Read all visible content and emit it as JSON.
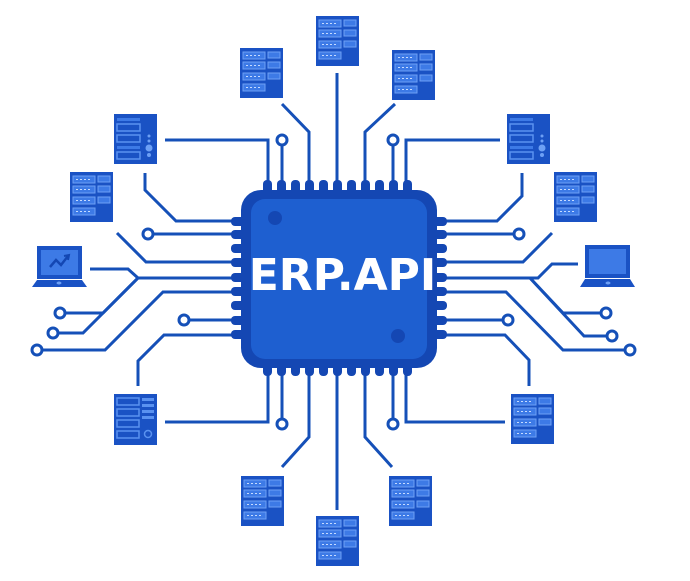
{
  "diagram": {
    "type": "circuit-hub",
    "chip": {
      "label": "ERP.API",
      "color": "#1a52c4",
      "border_color": "#1447b3"
    },
    "colors": {
      "trace": "#1550b8",
      "device_fill": "#1a52c4",
      "device_inner": "#3d7ae6",
      "background": "#ffffff"
    },
    "nodes": [
      {
        "id": "server-top",
        "kind": "server-rack"
      },
      {
        "id": "server-top-left",
        "kind": "server-rack"
      },
      {
        "id": "server-top-right",
        "kind": "server-rack"
      },
      {
        "id": "tower-upper-left",
        "kind": "server-tower"
      },
      {
        "id": "tower-upper-right",
        "kind": "server-tower"
      },
      {
        "id": "server-left",
        "kind": "server-rack"
      },
      {
        "id": "server-right",
        "kind": "server-rack"
      },
      {
        "id": "laptop-left",
        "kind": "laptop-chart"
      },
      {
        "id": "laptop-right",
        "kind": "laptop"
      },
      {
        "id": "tower-lower-left",
        "kind": "server-tower"
      },
      {
        "id": "server-lower-right",
        "kind": "server-rack"
      },
      {
        "id": "server-bottom-left",
        "kind": "server-rack"
      },
      {
        "id": "server-bottom",
        "kind": "server-rack"
      },
      {
        "id": "server-bottom-right",
        "kind": "server-rack"
      }
    ]
  }
}
